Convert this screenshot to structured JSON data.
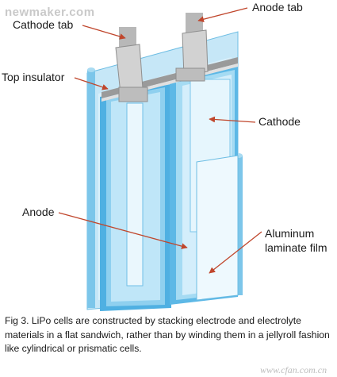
{
  "watermark_top": "newmaker.com",
  "watermark_bottom": "www.cfan.com.cn",
  "labels": {
    "cathode_tab": "Cathode tab",
    "anode_tab": "Anode tab",
    "top_insulator": "Top insulator",
    "cathode": "Cathode",
    "anode": "Anode",
    "aluminum_line1": "Aluminum",
    "aluminum_line2": "laminate film"
  },
  "caption": "Fig 3. LiPo cells are constructed by stacking electrode and electrolyte materials in a flat sandwich, rather than by winding them in a jellyroll fashion like cylindrical or prismatic cells.",
  "colors": {
    "arrow": "#c0462c",
    "film": "#bfe3f5",
    "film_dark": "#3aa6dc",
    "tab": "#c9c9c9"
  }
}
